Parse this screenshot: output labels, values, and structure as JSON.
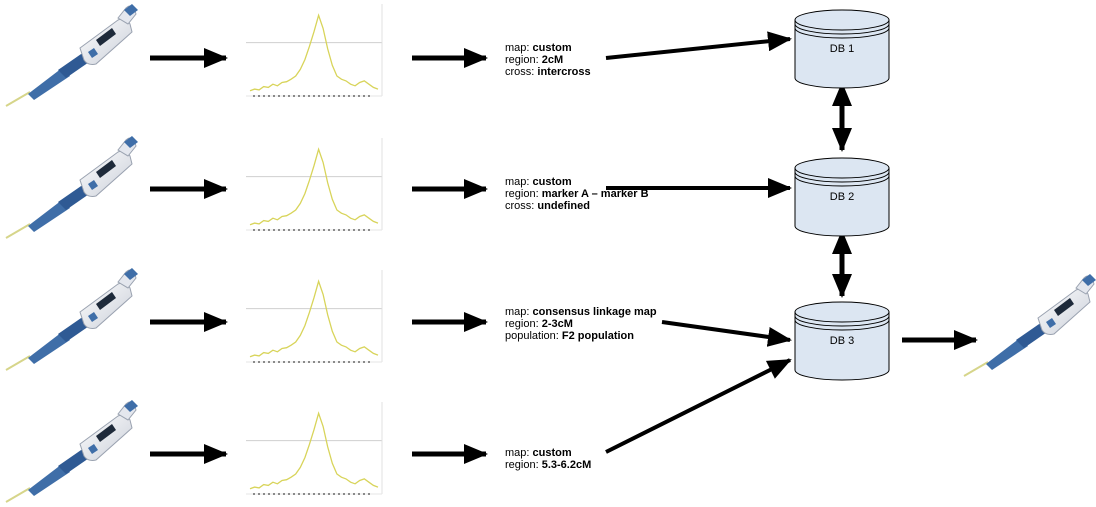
{
  "rows": [
    {
      "lines": [
        {
          "key": "map: ",
          "value": "custom"
        },
        {
          "key": "region: ",
          "value": "2cM"
        },
        {
          "key": "cross: ",
          "value": "intercross"
        }
      ]
    },
    {
      "lines": [
        {
          "key": "map: ",
          "value": "custom"
        },
        {
          "key": "region: ",
          "value": "marker A – marker B"
        },
        {
          "key": "cross: ",
          "value": "undefined"
        }
      ]
    },
    {
      "lines": [
        {
          "key": "map: ",
          "value": "consensus linkage map"
        },
        {
          "key": "region: ",
          "value": "2-3cM"
        },
        {
          "key": "population: ",
          "value": "F2 population"
        }
      ]
    },
    {
      "lines": [
        {
          "key": "map: ",
          "value": "custom"
        },
        {
          "key": "region: ",
          "value": "5.3-6.2cM"
        }
      ]
    }
  ],
  "databases": [
    "DB 1",
    "DB 2",
    "DB 3"
  ],
  "colors": {
    "plot_line": "#d8d45a",
    "db_fill": "#dce6f2",
    "pipette_body": "#eef0f4",
    "pipette_blue": "#3f6ea8"
  }
}
